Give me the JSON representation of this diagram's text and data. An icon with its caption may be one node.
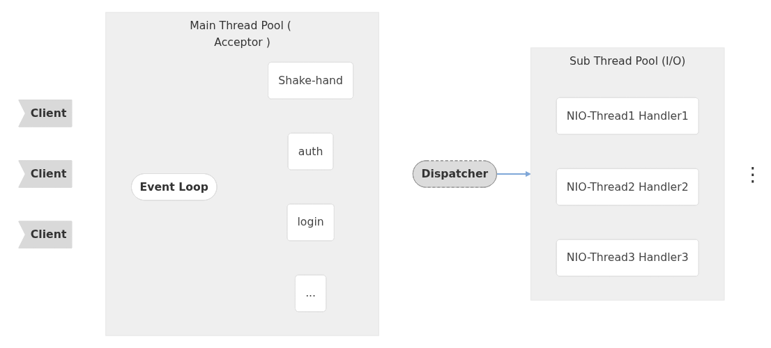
{
  "diagram": {
    "nodes": [
      {
        "text": [
          "Client"
        ]
      },
      {
        "text": [
          "Client"
        ]
      },
      {
        "text": [
          "Client"
        ]
      },
      {
        "text": [
          "Main Thread Pool ( Acceptor )"
        ]
      },
      {
        "text": [
          "Event Loop"
        ],
        "in": 3
      },
      {
        "text": [
          "Shake-hand"
        ],
        "in": 3
      },
      {
        "text": [
          "auth"
        ],
        "in": 3
      },
      {
        "text": [
          "login"
        ],
        "in": 3
      },
      {
        "text": [
          "..."
        ],
        "in": 3
      },
      {
        "text": [
          "Dispatcher"
        ]
      },
      {
        "text": [
          "Sub Thread Pool (I/O)"
        ]
      },
      {
        "text": [
          "NIO-Thread1 Handler1"
        ],
        "in": 10
      },
      {
        "text": [
          "NIO-Thread2 Handler2"
        ],
        "in": 10
      },
      {
        "text": [
          "NIO-Thread3 Handler3"
        ],
        "in": 10
      }
    ],
    "edges": [
      {
        "from": 9,
        "to": 10,
        "arrow": "to",
        "color": "#7fa7d8"
      }
    ],
    "labels": [
      "⋮"
    ]
  }
}
